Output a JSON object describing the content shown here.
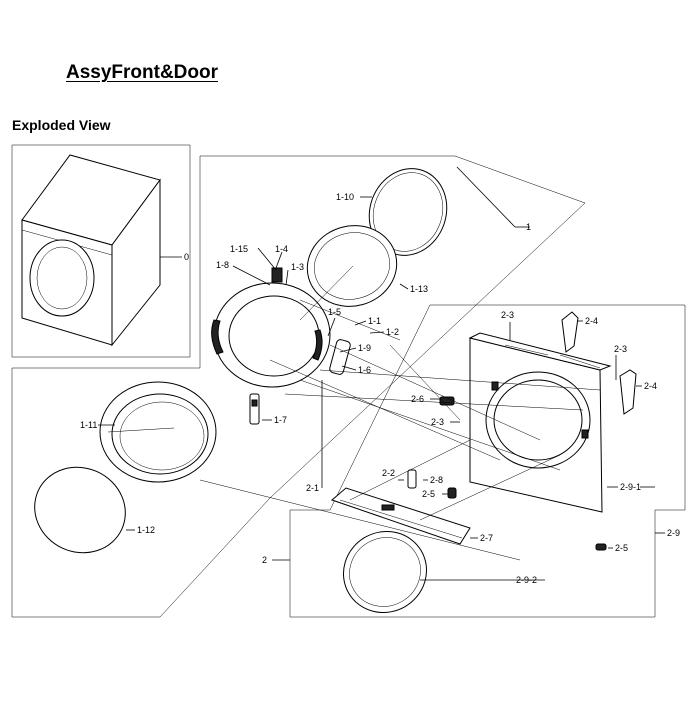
{
  "header": {
    "title": "AssyFront&Door",
    "subtitle": "Exploded View"
  },
  "labels": {
    "p0": "0",
    "p1": "1",
    "p1_1": "1-1",
    "p1_2": "1-2",
    "p1_3": "1-3",
    "p1_4": "1-4",
    "p1_5": "1-5",
    "p1_6": "1-6",
    "p1_7": "1-7",
    "p1_8": "1-8",
    "p1_9": "1-9",
    "p1_10": "1-10",
    "p1_11": "1-11",
    "p1_12": "1-12",
    "p1_13": "1-13",
    "p1_15": "1-15",
    "p2": "2",
    "p2_1": "2-1",
    "p2_2": "2-2",
    "p2_3a": "2-3",
    "p2_3b": "2-3",
    "p2_3c": "2-3",
    "p2_4a": "2-4",
    "p2_4b": "2-4",
    "p2_5a": "2-5",
    "p2_5b": "2-5",
    "p2_6": "2-6",
    "p2_7": "2-7",
    "p2_8": "2-8",
    "p2_9": "2-9",
    "p2_9_1": "2-9-1",
    "p2_9_2": "2-9-2"
  }
}
